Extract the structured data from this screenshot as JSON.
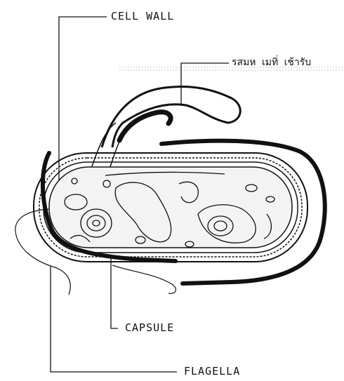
{
  "labels": {
    "cell_wall": "CELL WALL",
    "thai": "รสมห เมทิ่ เช้ารับ",
    "capsule": "CAPSULE",
    "flagella": "FLAGELLA"
  },
  "colors": {
    "ink": "#111111",
    "band": "#c8c8c8"
  }
}
